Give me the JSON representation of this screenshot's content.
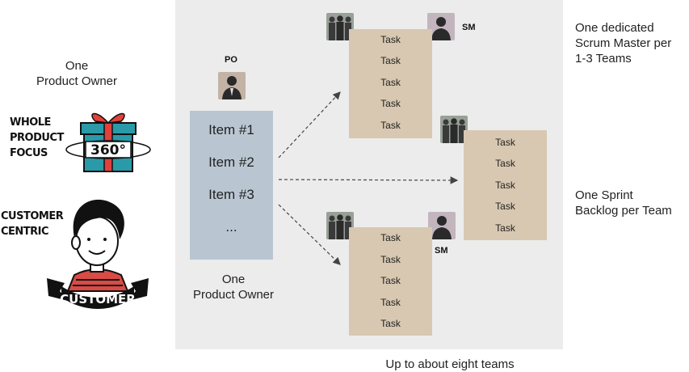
{
  "left": {
    "po_label": [
      "One",
      "Product Owner"
    ],
    "focus_text": [
      "WHOLE",
      "PRODUCT",
      "FOCUS"
    ],
    "gift_badge": "360°",
    "customer_text": [
      "CUSTOMER",
      "CENTRIC"
    ],
    "customer_banner": "CUSTOMER"
  },
  "center": {
    "po_tag": "PO",
    "backlog_items": [
      "Item #1",
      "Item #2",
      "Item #3",
      "..."
    ],
    "po_caption": [
      "One",
      "Product Owner"
    ],
    "footer": "Up to about eight teams"
  },
  "teams": [
    {
      "tasks": [
        "Task",
        "Task",
        "Task",
        "Task",
        "Task"
      ],
      "sm_label": "SM"
    },
    {
      "tasks": [
        "Task",
        "Task",
        "Task",
        "Task",
        "Task"
      ],
      "sm_label": ""
    },
    {
      "tasks": [
        "Task",
        "Task",
        "Task",
        "Task",
        "Task"
      ],
      "sm_label": "SM"
    }
  ],
  "right": {
    "scrum_master_note": [
      "One dedicated",
      "Scrum Master per",
      "1-3 Teams"
    ],
    "sprint_backlog_note": [
      "One Sprint",
      "Backlog per Team"
    ]
  },
  "colors": {
    "panel": "#ececec",
    "product_backlog": "#b9c6d2",
    "sprint_backlog": "#d8c8b1",
    "gift_box": "#2a9aa8",
    "gift_ribbon": "#e0413d"
  }
}
